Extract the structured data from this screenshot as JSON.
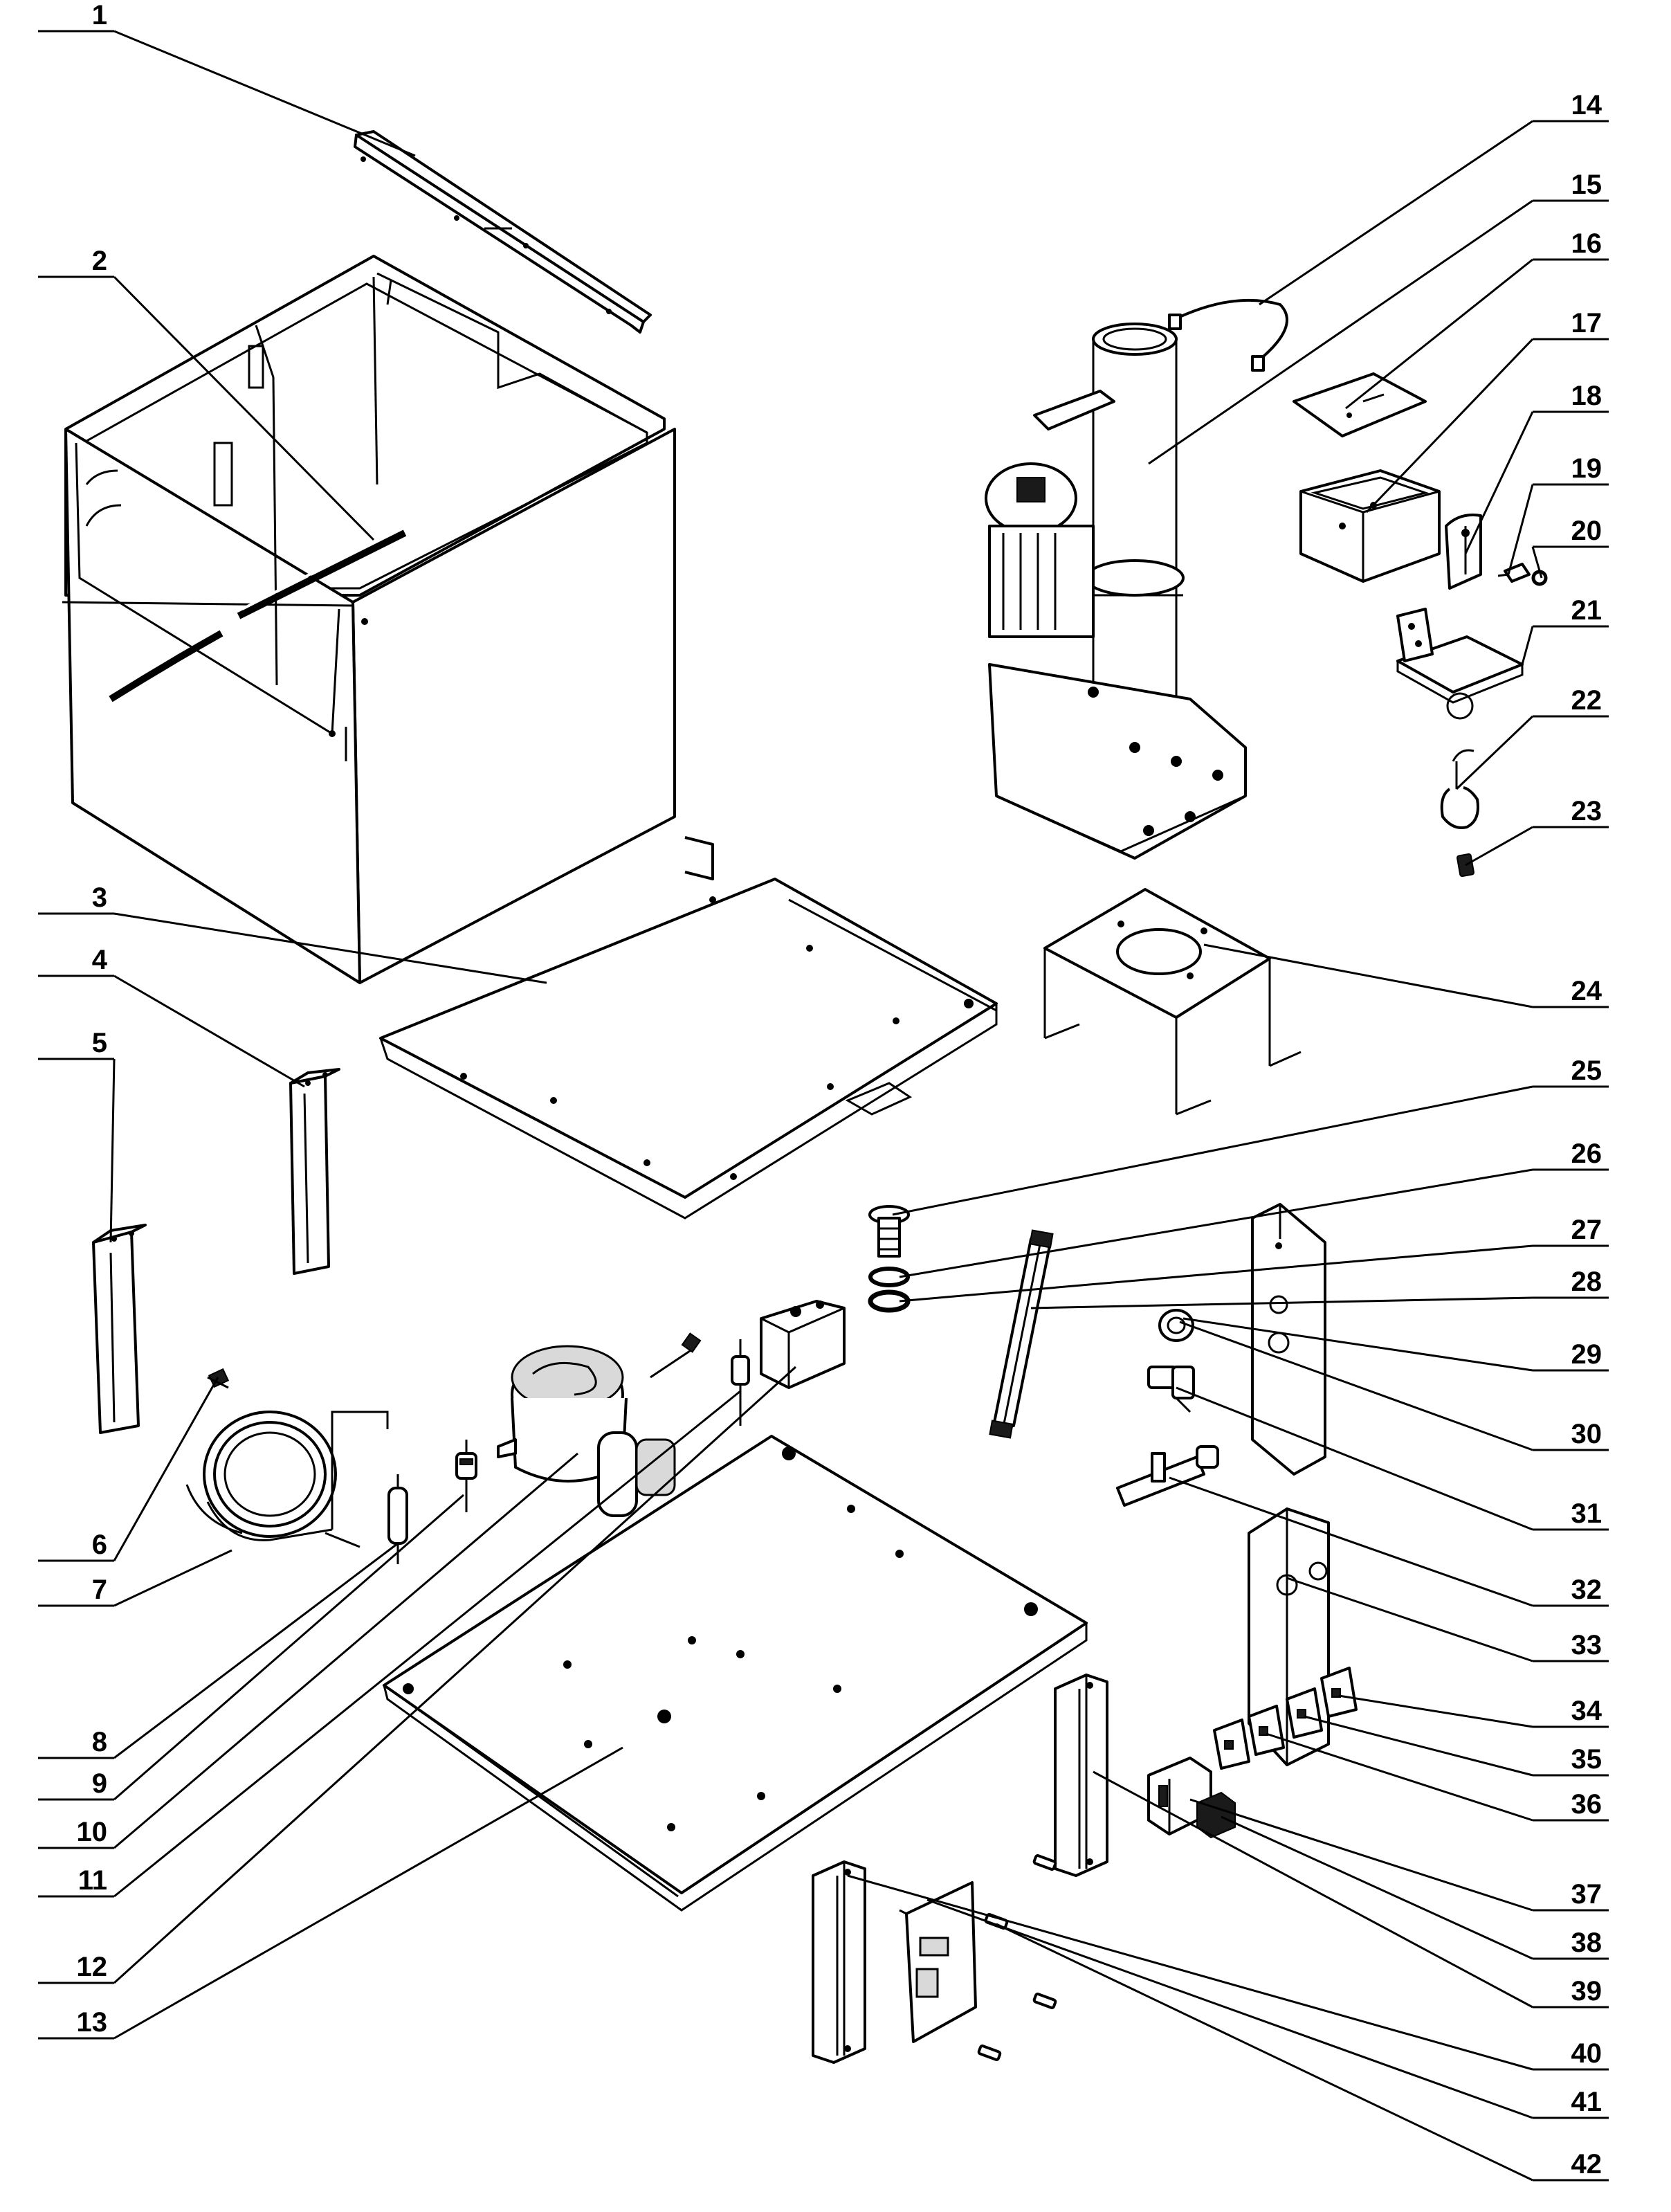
{
  "callouts": [
    {
      "num": "1"
    },
    {
      "num": "2"
    },
    {
      "num": "3"
    },
    {
      "num": "4"
    },
    {
      "num": "5"
    },
    {
      "num": "6"
    },
    {
      "num": "7"
    },
    {
      "num": "8"
    },
    {
      "num": "9"
    },
    {
      "num": "10"
    },
    {
      "num": "11"
    },
    {
      "num": "12"
    },
    {
      "num": "13"
    },
    {
      "num": "14"
    },
    {
      "num": "15"
    },
    {
      "num": "16"
    },
    {
      "num": "17"
    },
    {
      "num": "18"
    },
    {
      "num": "19"
    },
    {
      "num": "20"
    },
    {
      "num": "21"
    },
    {
      "num": "22"
    },
    {
      "num": "23"
    },
    {
      "num": "24"
    },
    {
      "num": "25"
    },
    {
      "num": "26"
    },
    {
      "num": "27"
    },
    {
      "num": "28"
    },
    {
      "num": "29"
    },
    {
      "num": "30"
    },
    {
      "num": "31"
    },
    {
      "num": "32"
    },
    {
      "num": "33"
    },
    {
      "num": "34"
    },
    {
      "num": "35"
    },
    {
      "num": "36"
    },
    {
      "num": "37"
    },
    {
      "num": "38"
    },
    {
      "num": "39"
    },
    {
      "num": "40"
    },
    {
      "num": "41"
    },
    {
      "num": "42"
    }
  ],
  "colors": {
    "line": "#000000",
    "background": "#ffffff",
    "shade": "#d9d9d9"
  }
}
